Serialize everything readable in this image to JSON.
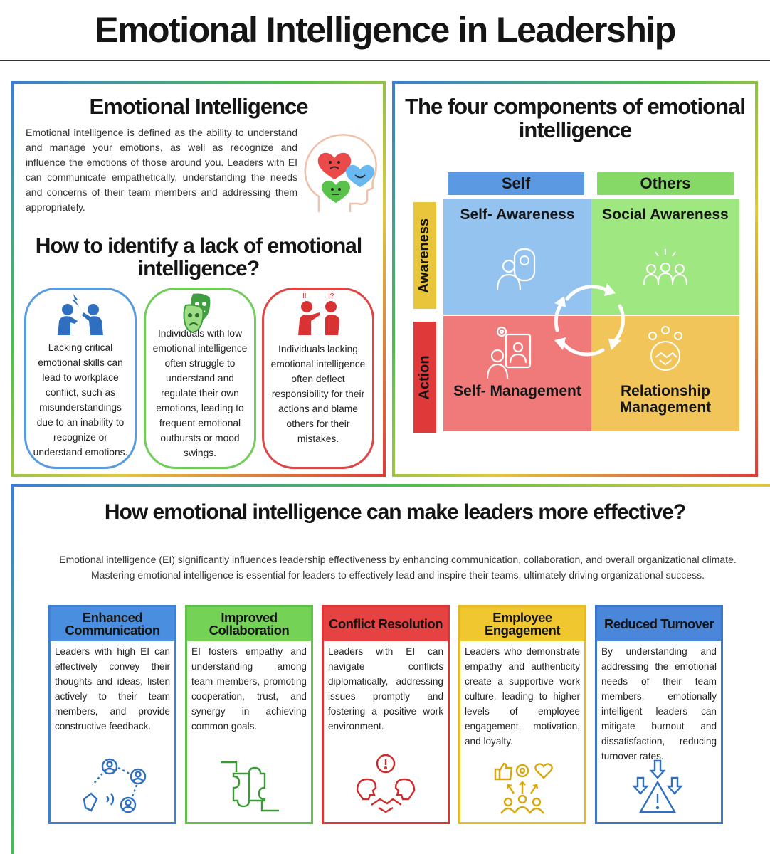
{
  "page": {
    "title": "Emotional Intelligence in Leadership"
  },
  "ei_section": {
    "title": "Emotional Intelligence",
    "text": "Emotional intelligence is defined as the ability to understand and manage your emotions, as well as recognize and influence the emotions of those around you. Leaders with EI can communicate empathetically, understanding the needs and concerns of their team members and addressing them appropriately.",
    "lack_title": "How to identify a lack of emotional intelligence?",
    "cards": [
      {
        "text": "Lacking critical emotional skills can lead to workplace conflict, such as misunderstandings due to an inability to recognize or understand emotions.",
        "icon": "arguing-people-icon",
        "color": "#5a9be0"
      },
      {
        "text": "Individuals with low emotional intelligence often struggle to understand and regulate their own emotions, leading to frequent emotional outbursts or mood swings.",
        "icon": "drama-masks-icon",
        "color": "#72cc5a"
      },
      {
        "text": "Individuals lacking emotional intelligence often deflect responsibility for their actions and blame others for their mistakes.",
        "icon": "blaming-people-icon",
        "color": "#e04545"
      }
    ]
  },
  "four_components": {
    "title": "The four components of emotional intelligence",
    "col_headers": {
      "self": "Self",
      "others": "Others"
    },
    "row_headers": {
      "awareness": "Awareness",
      "action": "Action"
    },
    "quadrants": {
      "self_awareness": "Self- Awareness",
      "social_awareness": "Social Awareness",
      "self_management": "Self- Management",
      "relationship_management": "Relationship Management"
    },
    "colors": {
      "self": "#5b9ae3",
      "others": "#86d867",
      "awareness": "#e9c53b",
      "action": "#e0393a"
    }
  },
  "effective_section": {
    "title": "How emotional intelligence can make leaders more effective?",
    "text": "Emotional intelligence (EI) significantly influences leadership effectiveness by enhancing communication, collaboration, and overall organizational climate. Mastering emotional intelligence is essential for leaders to effectively lead and inspire their teams, ultimately driving organizational success.",
    "columns": [
      {
        "title": "Enhanced Communication",
        "text": "Leaders with high EI can effectively convey their thoughts and ideas, listen actively to their team members, and provide constructive feedback.",
        "icon": "communication-network-icon",
        "color": "#3d7fd0"
      },
      {
        "title": "Improved Collaboration",
        "text": "EI fosters empathy and understanding among team members, promoting cooperation, trust, and synergy in achieving common goals.",
        "icon": "puzzle-hands-icon",
        "color": "#5fc04a"
      },
      {
        "title": "Conflict Resolution",
        "text": "Leaders with EI can navigate conflicts diplomatically, addressing issues promptly and fostering a positive work environment.",
        "icon": "conflict-handshake-icon",
        "color": "#dd3535"
      },
      {
        "title": "Employee Engagement",
        "text": "Leaders who demonstrate empathy and authenticity create a supportive work culture, leading to higher levels of employee engagement, motivation, and loyalty.",
        "icon": "engagement-team-icon",
        "color": "#e3ba23"
      },
      {
        "title": "Reduced Turnover",
        "text": "By understanding and addressing the emotional needs of their team members, emotionally intelligent leaders can mitigate burnout and dissatisfaction, reducing turnover rates.",
        "icon": "turnover-warning-icon",
        "color": "#3b75c8"
      }
    ]
  }
}
